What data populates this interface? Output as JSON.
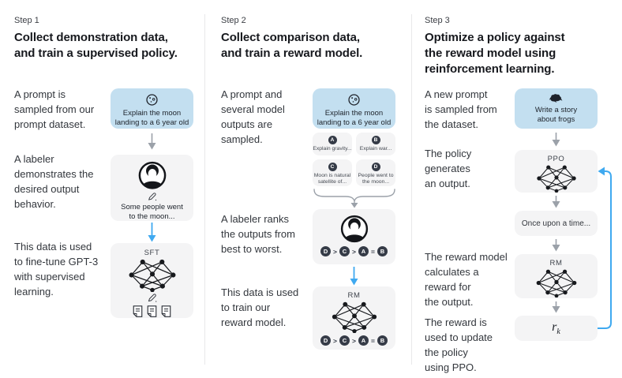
{
  "colors": {
    "prompt_box_bg": "#c3dff0",
    "panel_bg": "#f4f4f5",
    "accent_blue": "#3fa9f0",
    "arrow_gray": "#9ba1a9",
    "ink": "#1f232b"
  },
  "col1": {
    "step": "Step 1",
    "heading": "Collect demonstration data,\nand train a supervised policy.",
    "text_prompt": "A prompt is\nsampled from our\nprompt dataset.",
    "text_labeler": "A labeler\ndemonstrates the\ndesired output\nbehavior.",
    "text_data": "This data is used\nto fine-tune GPT-3\nwith supervised\nlearning.",
    "prompt_box": "Explain the moon\nlanding to a 6 year old",
    "labeler_output": "Some people went\nto the moon...",
    "model_label": "SFT"
  },
  "col2": {
    "step": "Step 2",
    "heading": "Collect comparison data,\nand train a reward model.",
    "text_prompt": "A prompt and\nseveral model\noutputs are\nsampled.",
    "text_rank": "A labeler ranks\nthe outputs from\nbest to worst.",
    "text_data": "This data is used\nto train our\nreward model.",
    "prompt_box": "Explain the moon\nlanding to a 6 year old",
    "outputs": [
      {
        "letter": "A",
        "text": "Explain gravity..."
      },
      {
        "letter": "B",
        "text": "Explain war..."
      },
      {
        "letter": "C",
        "text": "Moon is natural\nsatellite of..."
      },
      {
        "letter": "D",
        "text": "People went to\nthe moon..."
      }
    ],
    "ranking_letters": [
      "D",
      "C",
      "A",
      "B"
    ],
    "ranking_ops": [
      ">",
      ">",
      "="
    ],
    "model_label": "RM"
  },
  "col3": {
    "step": "Step 3",
    "heading": "Optimize a policy against\nthe reward model using\nreinforcement learning.",
    "text_prompt": "A new prompt\nis sampled from\nthe dataset.",
    "text_policy": "The policy\ngenerates\nan output.",
    "text_reward": "The reward model\ncalculates a\nreward for\nthe output.",
    "text_update": "The reward is\nused to update\nthe policy\nusing PPO.",
    "prompt_box": "Write a story\nabout frogs",
    "ppo_label": "PPO",
    "output_text": "Once upon a time...",
    "rm_label": "RM",
    "reward_symbol": "r",
    "reward_subscript": "k"
  }
}
